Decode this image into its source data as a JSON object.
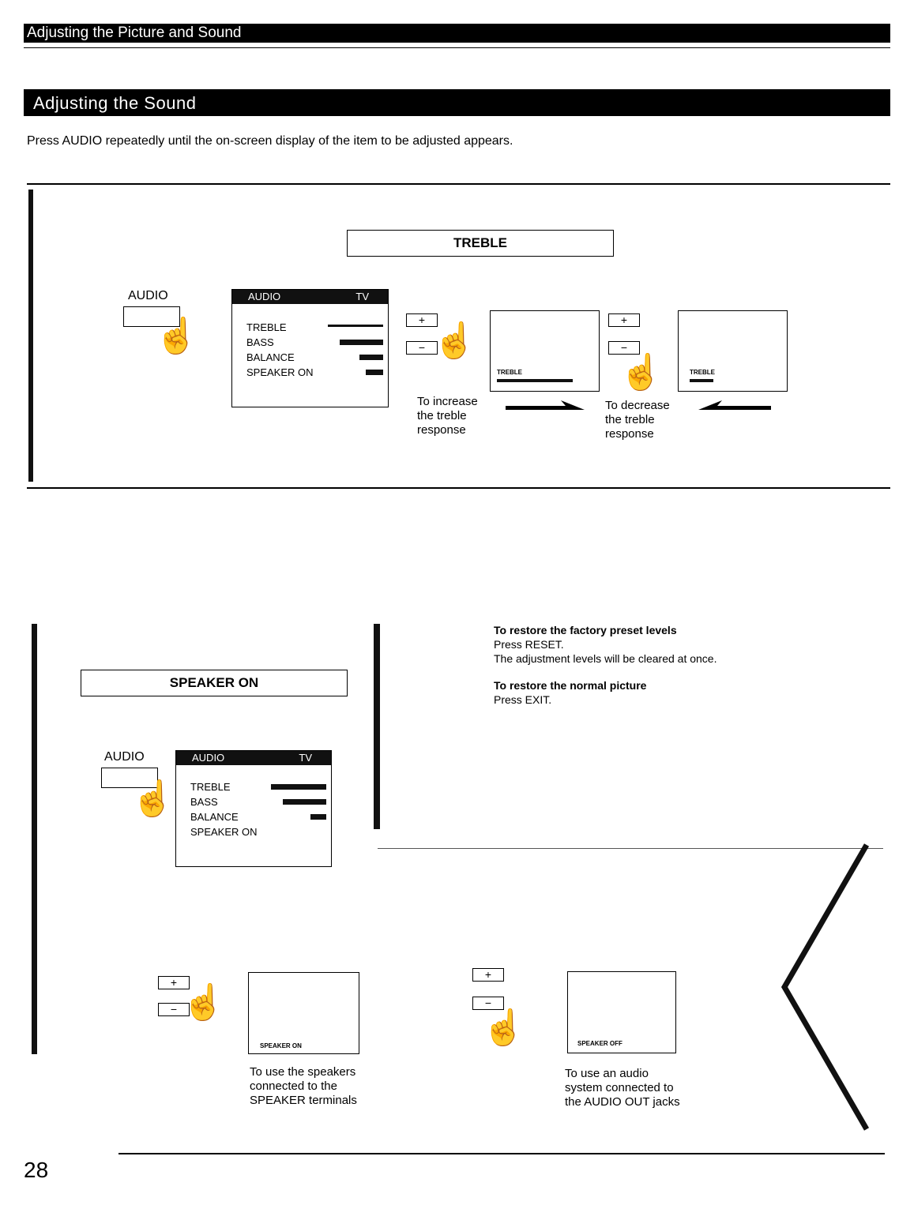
{
  "header": {
    "title": "Adjusting the Picture and Sound"
  },
  "section": {
    "title": "Adjusting the Sound"
  },
  "intro": "Press AUDIO repeatedly until the on-screen display of the item to be adjusted appears.",
  "treble": {
    "label": "TREBLE",
    "button_label": "AUDIO",
    "osd": {
      "title": "AUDIO",
      "source": "TV",
      "items": [
        "TREBLE",
        "BASS",
        "BALANCE",
        "SPEAKER ON"
      ]
    },
    "plus": "+",
    "minus": "−",
    "screen1_label": "TREBLE",
    "screen2_label": "TREBLE",
    "increase_caption": [
      "To increase",
      "the treble",
      "response"
    ],
    "decrease_caption": [
      "To decrease",
      "the treble",
      "response"
    ]
  },
  "restore": {
    "factory_heading": "To restore the factory preset levels",
    "factory_line1": "Press RESET.",
    "factory_line2": "The adjustment levels will be cleared at once.",
    "normal_heading": "To restore the normal picture",
    "normal_line1": "Press EXIT."
  },
  "speaker": {
    "label": "SPEAKER ON",
    "button_label": "AUDIO",
    "osd": {
      "title": "AUDIO",
      "source": "TV",
      "items": [
        "TREBLE",
        "BASS",
        "BALANCE",
        "SPEAKER ON"
      ]
    },
    "plus": "+",
    "minus": "−",
    "screen_on_label": "SPEAKER ON",
    "screen_off_label": "SPEAKER OFF",
    "on_caption": [
      "To use the speakers",
      "connected to the",
      "SPEAKER terminals"
    ],
    "off_caption": [
      "To use an audio",
      "system connected to",
      "the AUDIO OUT jacks"
    ]
  },
  "page_number": "28"
}
